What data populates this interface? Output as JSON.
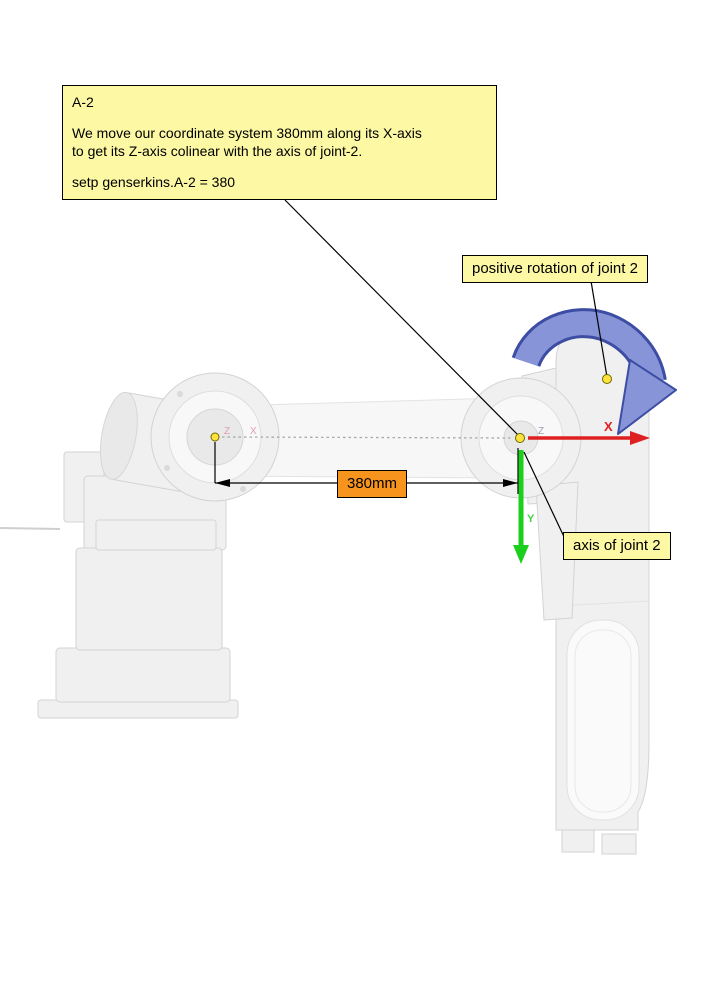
{
  "callout": {
    "title": "A-2",
    "body_lines": [
      "We move our coordinate system 380mm along its X-axis",
      "to get its Z-axis colinear with the axis of joint-2."
    ],
    "command": "setp genserkins.A-2 = 380"
  },
  "annotations": {
    "positive_rotation_label": "positive rotation of joint 2",
    "axis_of_joint_label": "axis of joint 2",
    "dimension_label": "380mm"
  },
  "axis_glyphs": {
    "x_right": "X",
    "y_right": "Y",
    "z_right": "Z",
    "z_left": "Z",
    "x_left": "X"
  },
  "colors": {
    "callout_bg": "#fcf8a4",
    "dimension_bg": "#f7941e",
    "x_axis": "#df2020",
    "y_axis": "#1dcf1d",
    "rotation_arrow_fill": "#8795d8",
    "rotation_arrow_stroke": "#3c4da3",
    "marker_dot": "#ffe23c"
  }
}
